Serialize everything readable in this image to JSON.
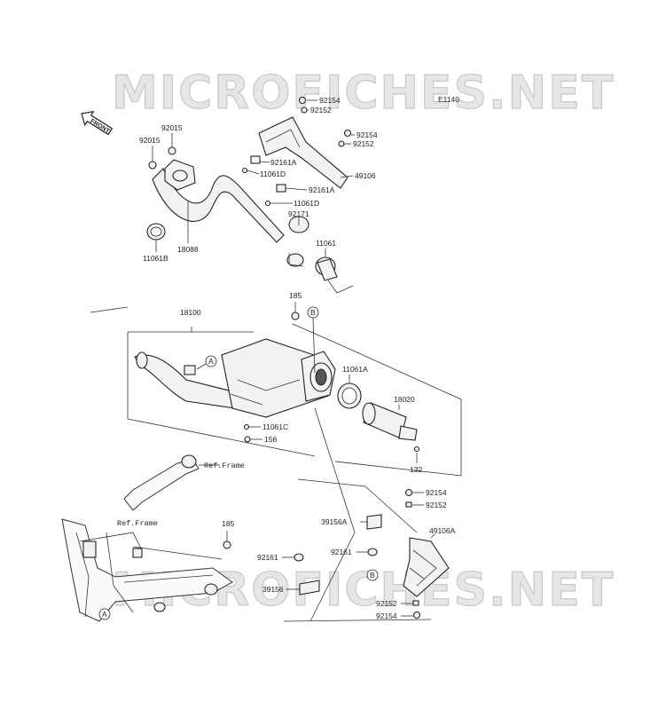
{
  "watermark_top": "MICROFICHES.NET",
  "watermark_bottom": "MICROFICHES.NET",
  "diagram_code": "E1140",
  "front_label": "FRONT",
  "ref_frame_1": "Ref.Frame",
  "ref_frame_2": "Ref.Frame",
  "callouts": {
    "a1": "A",
    "a2": "A",
    "b1": "B",
    "b2": "B"
  },
  "parts": {
    "p92154_top": "92154",
    "p92152_top": "92152",
    "p92154_r": "92154",
    "p92152_r": "92152",
    "p49106": "49106",
    "p92161a_1": "92161A",
    "p11061d_1": "11061D",
    "p92161a_2": "92161A",
    "p11061d_2": "11061D",
    "p92015_l": "92015",
    "p92015_r": "92015",
    "p18088": "18088",
    "p11061b": "11061B",
    "p92171": "92171",
    "p11061": "11061",
    "p185_top": "185",
    "p18100": "18100",
    "p11061a": "11061A",
    "p18020": "18020",
    "p11061c": "11061C",
    "p156": "156",
    "p132": "132",
    "p92154_br": "92154",
    "p92152_br": "92152",
    "p39156a": "39156A",
    "p49106a": "49106A",
    "p185_bot": "185",
    "p92161_l": "92161",
    "p92161_r": "92161",
    "p39156": "39156",
    "p92152_bot": "92152",
    "p92154_bot": "92154"
  }
}
